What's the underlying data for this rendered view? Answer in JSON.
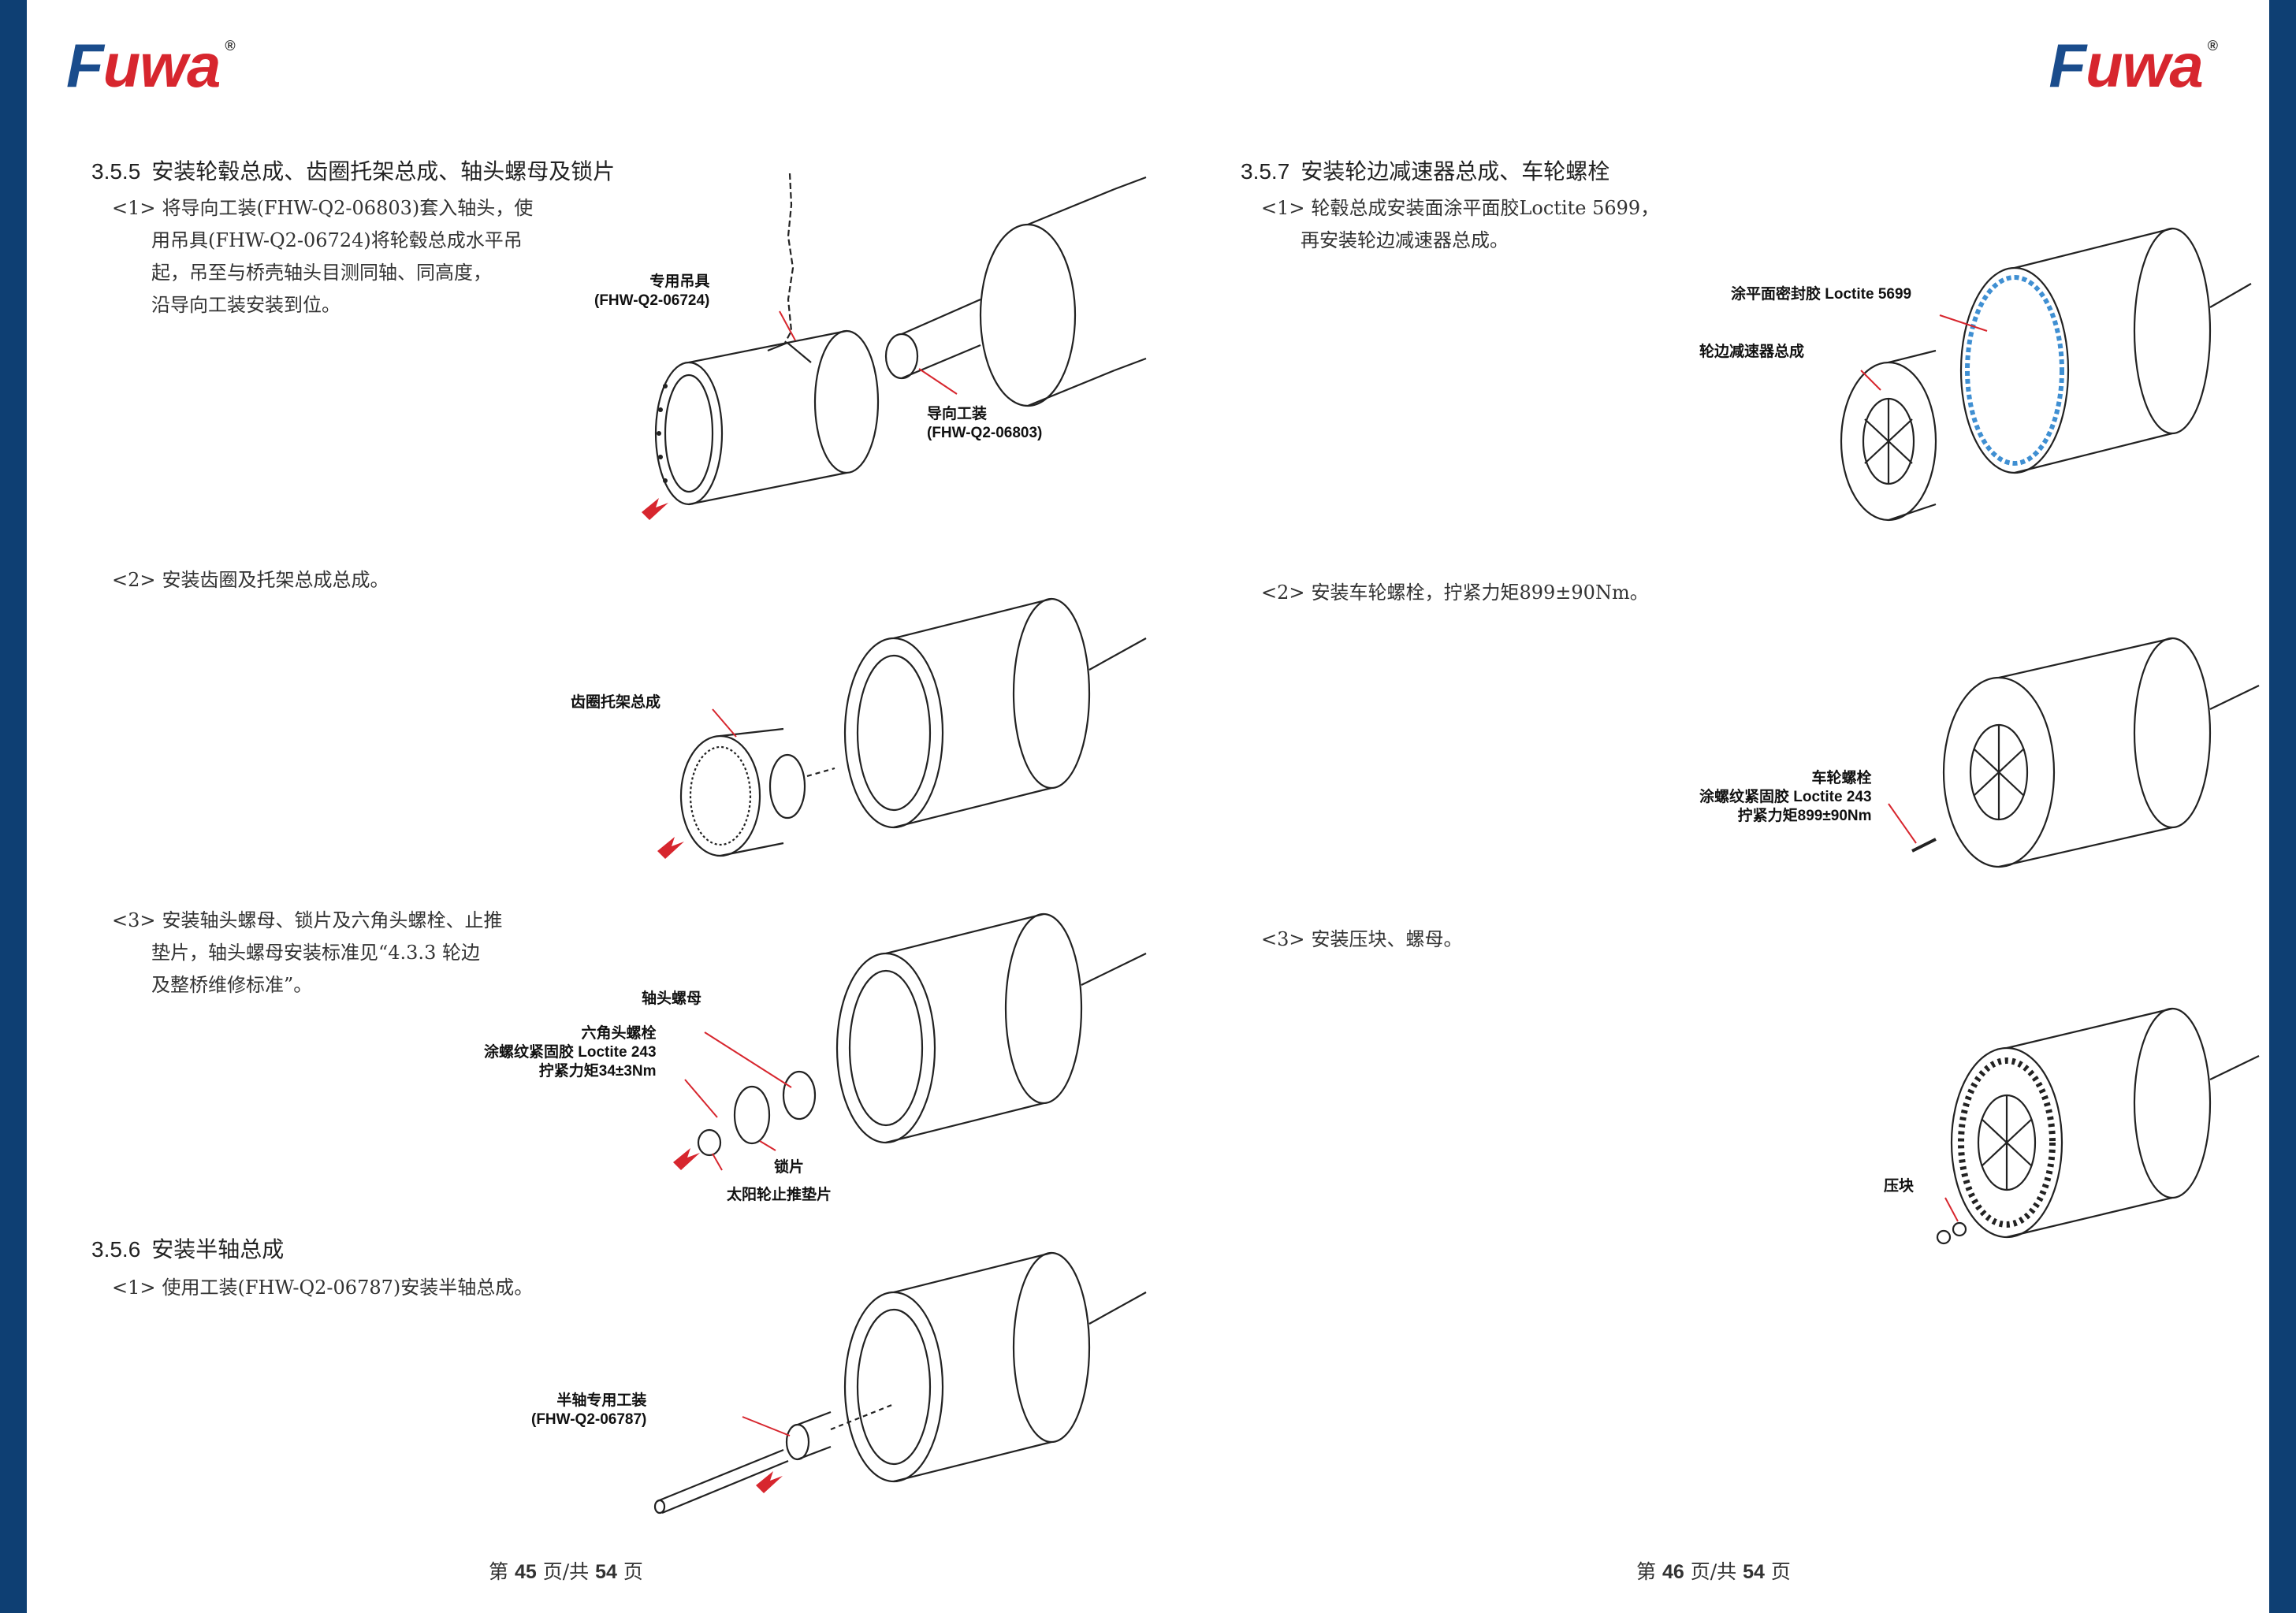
{
  "brand": {
    "logo_text": "Fuwa",
    "registered_mark": "®",
    "color_blue": "#1a4c8c",
    "color_red": "#d7262e"
  },
  "left_page": {
    "section_355": {
      "number": "3.5.5",
      "title": "安装轮毂总成、齿圈托架总成、轴头螺母及锁片",
      "steps": [
        {
          "tag": "<1>",
          "lines": [
            "将导向工装(FHW-Q2-06803)套入轴头，使",
            "用吊具(FHW-Q2-06724)将轮毂总成水平吊",
            "起，吊至与桥壳轴头目测同轴、同高度，",
            "沿导向工装安装到位。"
          ]
        },
        {
          "tag": "<2>",
          "lines": [
            "安装齿圈及托架总成总成。"
          ]
        },
        {
          "tag": "<3>",
          "lines": [
            "安装轴头螺母、锁片及六角头螺栓、止推",
            "垫片，轴头螺母安装标准见“4.3.3 轮边",
            "及整桥维修标准”。"
          ]
        }
      ]
    },
    "section_356": {
      "number": "3.5.6",
      "title": "安装半轴总成",
      "steps": [
        {
          "tag": "<1>",
          "lines": [
            "使用工装(FHW-Q2-06787)安装半轴总成。"
          ]
        }
      ]
    },
    "figure_labels": {
      "lifting_tool": [
        "专用吊具",
        "(FHW-Q2-06724)"
      ],
      "guide_tool": [
        "导向工装",
        "(FHW-Q2-06803)"
      ],
      "ring_gear_carrier": "齿圈托架总成",
      "axle_nut": "轴头螺母",
      "hex_bolt": [
        "六角头螺栓",
        "涂螺纹紧固胶 Loctite 243",
        "拧紧力矩34±3Nm"
      ],
      "lock_plate": "锁片",
      "sun_thrust_washer": "太阳轮止推垫片",
      "half_shaft_tool": [
        "半轴专用工装",
        "(FHW-Q2-06787)"
      ]
    },
    "footer": {
      "prefix": "第",
      "page": "45",
      "mid": "页/共",
      "total": "54",
      "suffix": "页"
    }
  },
  "right_page": {
    "section_357": {
      "number": "3.5.7",
      "title": "安装轮边减速器总成、车轮螺栓",
      "steps": [
        {
          "tag": "<1>",
          "lines": [
            "轮毂总成安装面涂平面胶Loctite 5699，",
            "再安装轮边减速器总成。"
          ]
        },
        {
          "tag": "<2>",
          "lines": [
            "安装车轮螺栓，拧紧力矩899±90Nm。"
          ]
        },
        {
          "tag": "<3>",
          "lines": [
            "安装压块、螺母。"
          ]
        }
      ]
    },
    "figure_labels": {
      "sealant": "涂平面密封胶 Loctite 5699",
      "hub_reducer": "轮边减速器总成",
      "wheel_bolt": [
        "车轮螺栓",
        "涂螺纹紧固胶 Loctite 243",
        "拧紧力矩899±90Nm"
      ],
      "pressure_block": "压块"
    },
    "footer": {
      "prefix": "第",
      "page": "46",
      "mid": "页/共",
      "total": "54",
      "suffix": "页"
    }
  }
}
